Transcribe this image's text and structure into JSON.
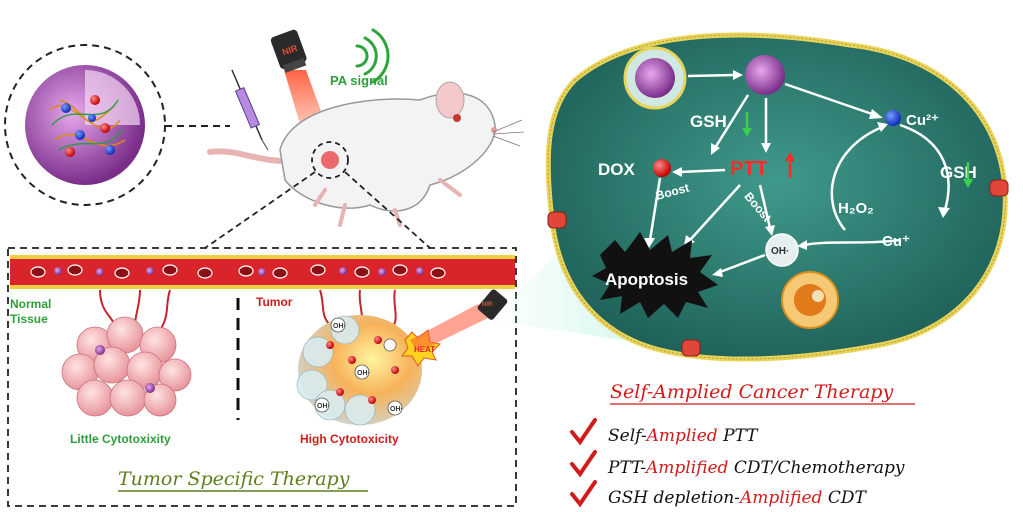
{
  "mouse_panel": {
    "nir_label": "NIR",
    "pa_signal": "PA signal"
  },
  "tumor_panel": {
    "normal_tissue": "Normal\nTissue",
    "normal_tissue_line1": "Normal",
    "normal_tissue_line2": "Tissue",
    "tumor": "Tumor",
    "heat": "HEAT",
    "oh_label": "OH·",
    "little_cytotoxicity": "Little Cytotoxixity",
    "high_cytotoxicity": "High Cytotoxicity",
    "title": "Tumor Specific Therapy"
  },
  "cell_panel": {
    "gsh_left": "GSH",
    "dox": "DOX",
    "ptt": "PTT",
    "boost_1": "Boost",
    "boost_2": "Boost",
    "cu2": "Cu²⁺",
    "gsh_right": "GSH",
    "h2o2": "H₂O₂",
    "cu1": "Cu⁺",
    "oh": "OH·",
    "apoptosis": "Apoptosis"
  },
  "summary": {
    "title": "Self-Amplied Cancer Therapy",
    "items": [
      {
        "prefix": "Self-",
        "highlight": "Amplied",
        "suffix": " PTT"
      },
      {
        "prefix": "PTT-",
        "highlight": "Amplified",
        "suffix": " CDT/Chemotherapy"
      },
      {
        "prefix": "GSH depletion-",
        "highlight": "Amplified",
        "suffix": " CDT"
      }
    ]
  },
  "colors": {
    "cell_fill": "#2f7f72",
    "text_red": "#d21b1b",
    "text_green": "#2e9e3a",
    "title_green": "#5f7d1e"
  }
}
